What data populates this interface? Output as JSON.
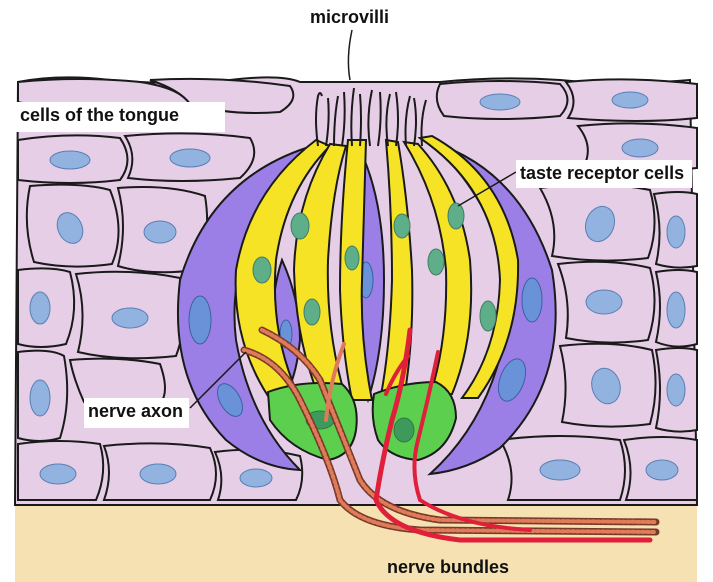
{
  "labels": {
    "microvilli": "microvilli",
    "tongue_cells": "cells of the tongue",
    "taste_receptor_cells": "taste receptor cells",
    "nerve_axon": "nerve axon",
    "nerve_bundles": "nerve bundles"
  },
  "colors": {
    "tongue_cell_fill": "#e6cfe6",
    "tongue_cell_nucleus": "#92b2df",
    "outline": "#1a1a1a",
    "support_cell_purple": "#9b7fe6",
    "receptor_cell_yellow": "#f7e326",
    "receptor_nucleus_green": "#5fae8a",
    "basal_cell_green": "#5cd04e",
    "connective_tissue": "#f6e1b3",
    "nerve_orange": "#e07b5a",
    "nerve_red": "#e0203a"
  }
}
